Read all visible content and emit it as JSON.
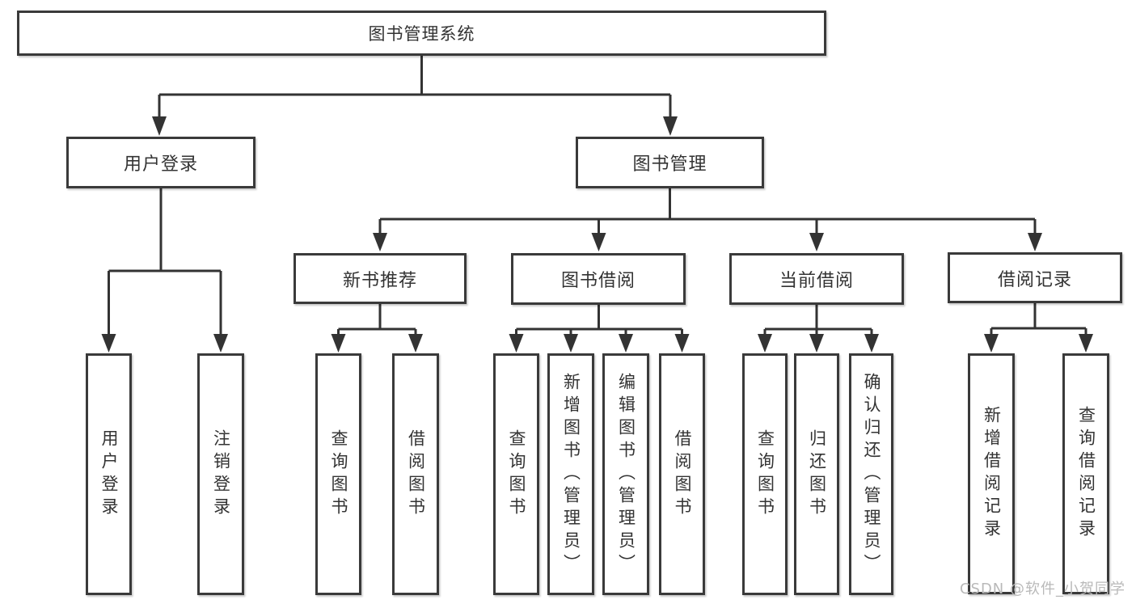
{
  "diagram": {
    "root": {
      "label": "图书管理系统"
    },
    "branches": [
      {
        "label": "用户登录",
        "children": [
          {
            "label": "用户登录"
          },
          {
            "label": "注销登录"
          }
        ]
      },
      {
        "label": "图书管理",
        "children": [
          {
            "label": "新书推荐",
            "children": [
              {
                "label": "查询图书"
              },
              {
                "label": "借阅图书"
              }
            ]
          },
          {
            "label": "图书借阅",
            "children": [
              {
                "label": "查询图书"
              },
              {
                "label": "新增图书（管理员）"
              },
              {
                "label": "编辑图书（管理员）"
              },
              {
                "label": "借阅图书"
              }
            ]
          },
          {
            "label": "当前借阅",
            "children": [
              {
                "label": "查询图书"
              },
              {
                "label": "归还图书"
              },
              {
                "label": "确认归还（管理员）"
              }
            ]
          },
          {
            "label": "借阅记录",
            "children": [
              {
                "label": "新增借阅记录"
              },
              {
                "label": "查询借阅记录"
              }
            ]
          }
        ]
      }
    ]
  },
  "watermark": {
    "text": "CSDN @软件_小贺同学"
  },
  "colors": {
    "line": "#333333",
    "box_border": "#3a3a3a",
    "box_fill": "#ffffff",
    "text": "#333333",
    "watermark": "#b9b9b9",
    "background": "#ffffff"
  }
}
